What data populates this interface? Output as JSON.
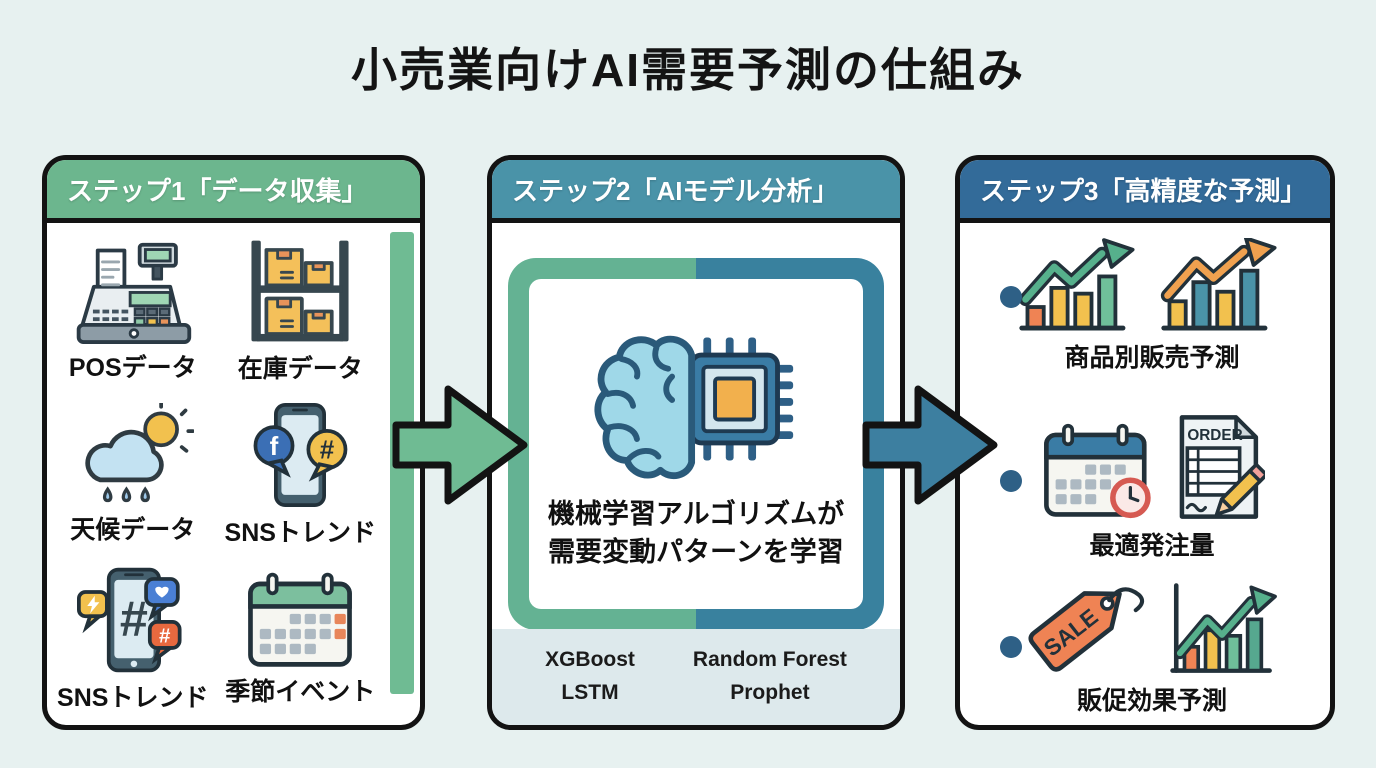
{
  "title": "小売業向けAI需要予測の仕組み",
  "colors": {
    "background": "#e7f1f0",
    "panel_border": "#131313",
    "step1_header": "#6cb68e",
    "step2_header": "#4a93a8",
    "step3_header": "#336b99",
    "flow_arrow_green": "#6fbb93",
    "flow_arrow_teal": "#3d7fa0",
    "frame_green": "#64b293",
    "frame_teal": "#39819e",
    "algorithms_bg": "#dde9ec",
    "bullet": "#2e6086"
  },
  "steps": [
    {
      "header": "ステップ1「データ収集」",
      "items": [
        {
          "label": "POSデータ",
          "icon": "cash-register-icon"
        },
        {
          "label": "在庫データ",
          "icon": "inventory-shelf-icon"
        },
        {
          "label": "天候データ",
          "icon": "weather-icon"
        },
        {
          "label": "SNSトレンド",
          "icon": "phone-social-icon"
        },
        {
          "label": "SNSトレンド",
          "icon": "phone-hashtag-icon"
        },
        {
          "label": "季節イベント",
          "icon": "calendar-icon"
        }
      ]
    },
    {
      "header": "ステップ2「AIモデル分析」",
      "icon": "brain-chip-icon",
      "description": [
        "機械学習アルゴリズムが",
        "需要変動パターンを学習"
      ],
      "algorithms": [
        "XGBoost",
        "LSTM",
        "Random Forest",
        "Prophet"
      ]
    },
    {
      "header": "ステップ3「高精度な予測」",
      "items": [
        {
          "label": "商品別販売予測",
          "icon": "sales-forecast-charts-icon"
        },
        {
          "label": "最適発注量",
          "icon": "calendar-clock-and-order-icon"
        },
        {
          "label": "販促効果予測",
          "icon": "sale-tag-and-chart-icon"
        }
      ]
    }
  ],
  "glyphs": {
    "facebook_f": "f",
    "hashtag": "#",
    "order": "ORDER",
    "sale": "SALE"
  }
}
